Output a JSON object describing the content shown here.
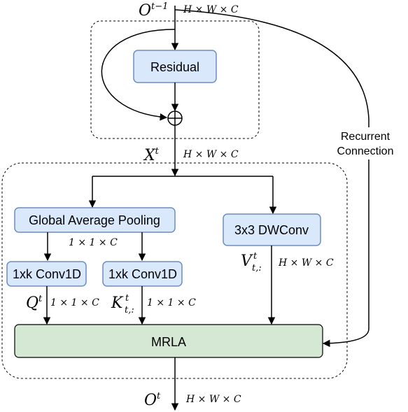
{
  "top_input": {
    "base": "O",
    "sup": "t−1",
    "dims": "H × W × C"
  },
  "residual": {
    "label": "Residual"
  },
  "x_var": {
    "base": "X",
    "sup": "t",
    "dims": "H × W × C"
  },
  "recurrent": {
    "line1": "Recurrent",
    "line2": "Connection"
  },
  "gap": {
    "label": "Global Average Pooling",
    "dims": "1 × 1 × C"
  },
  "dwconv": {
    "label": "3x3 DWConv"
  },
  "conv_q": {
    "label": "1xk Conv1D"
  },
  "conv_k": {
    "label": "1xk Conv1D"
  },
  "q_var": {
    "base": "Q",
    "sup": "t",
    "dims": "1 × 1 × C"
  },
  "k_var": {
    "base": "K",
    "sup": "t",
    "sub": "t,:",
    "dims": "1 × 1 × C"
  },
  "v_var": {
    "base": "V",
    "sup": "t",
    "sub": "t,:",
    "dims": "H × W × C"
  },
  "mrla": {
    "label": "MRLA"
  },
  "output": {
    "base": "O",
    "sup": "t",
    "dims": "H × W × C"
  },
  "colors": {
    "blue_fill": "#dae8fc",
    "blue_stroke": "#6c8ebf",
    "green_fill": "#d5e8d4",
    "green_stroke": "#82b366",
    "gray_region": "#f5f5f5",
    "cream_region": "#fff2cc"
  }
}
